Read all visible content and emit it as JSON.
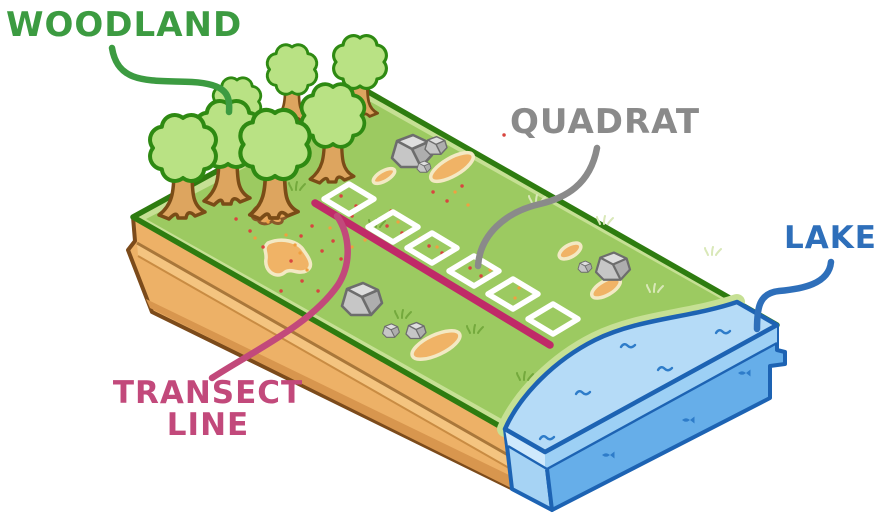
{
  "figure": {
    "type": "isometric ecology sampling diagram",
    "labels": {
      "woodland": "WOODLAND",
      "quadrat": "QUADRAT",
      "lake": "LAKE",
      "transect_word1": "TRANSECT",
      "transect_word2": "LINE"
    },
    "features": {
      "tree_count": 7,
      "quadrat_count": 6,
      "rock_clusters": 3,
      "transect_line": "straight magenta line crossing the grass diagonally",
      "quadrats": "row of white square frames placed along the transect line",
      "lake_position": "lower right corner of the land block",
      "woodland_position": "upper left corner of the land block"
    },
    "colors": {
      "woodland_label": "#3c9b41",
      "quadrat_label": "#8a8a8a",
      "lake_label": "#2e6fba",
      "transect_label": "#c2497b",
      "transect_line": "#c02a68",
      "grass": "#9cca61",
      "grass_rim": "#c6e094",
      "grass_outline": "#2e7c10",
      "soil": "#edb167",
      "soil_outline": "#7c4b1b",
      "tree_canopy": "#b9e284",
      "tree_trunk": "#dda55f",
      "water_top": "#b5dbf7",
      "water_side": "#66aee9",
      "water_outline": "#1d63b3",
      "quadrat_frame": "#ffffff",
      "rock": "#c6c6c6"
    }
  }
}
